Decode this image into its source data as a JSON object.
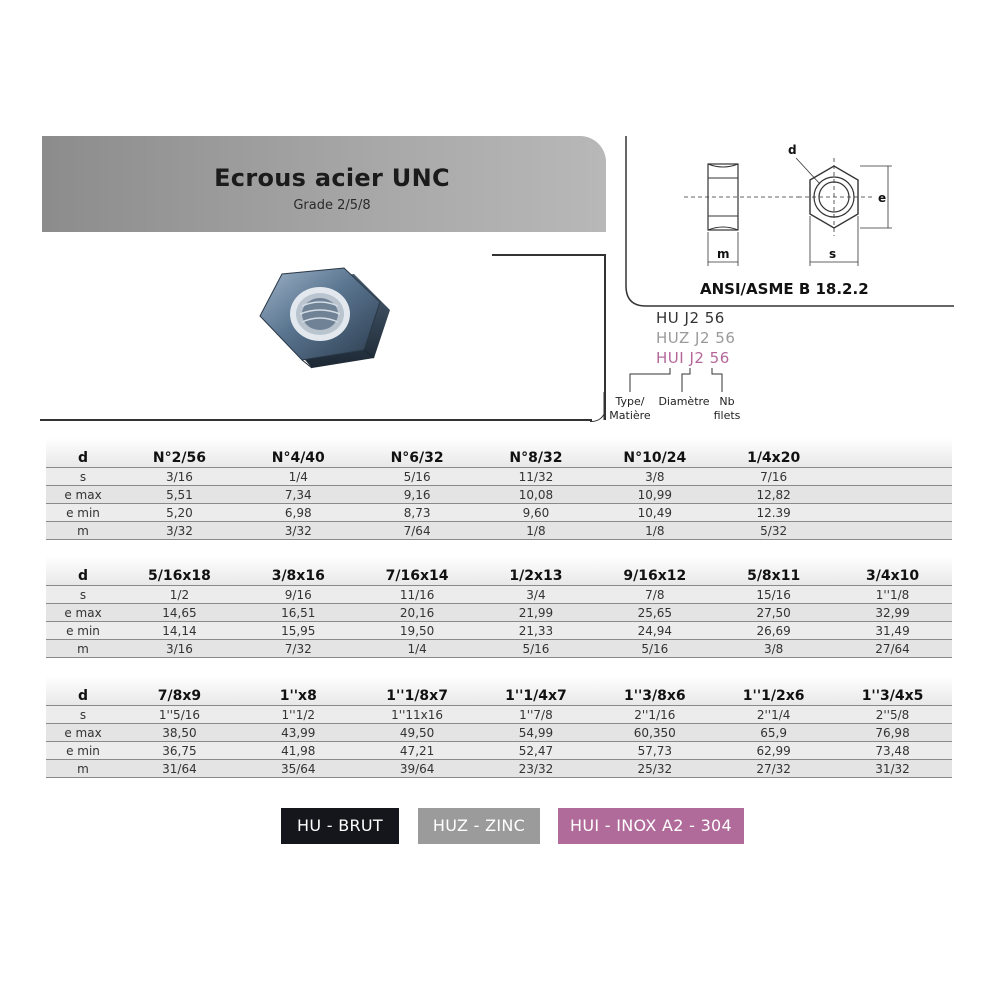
{
  "header": {
    "title": "Ecrous acier UNC",
    "subtitle": "Grade 2/5/8"
  },
  "drawing": {
    "label_d": "d",
    "label_e": "e",
    "label_m": "m",
    "label_s": "s",
    "standard": "ANSI/ASME B 18.2.2"
  },
  "codes": {
    "hu": "HU J2 56",
    "huz": "HUZ J2 56",
    "hui": "HUI J2 56",
    "legend_type": "Type/",
    "legend_matiere": "Matière",
    "legend_diametre": "Diamètre",
    "legend_nb": "Nb",
    "legend_filets": "filets"
  },
  "row_labels": [
    "d",
    "s",
    "e max",
    "e min",
    "m"
  ],
  "tables": [
    {
      "headers": [
        "N°2/56",
        "N°4/40",
        "N°6/32",
        "N°8/32",
        "N°10/24",
        "1/4x20",
        ""
      ],
      "rows": [
        [
          "3/16",
          "1/4",
          "5/16",
          "11/32",
          "3/8",
          "7/16",
          ""
        ],
        [
          "5,51",
          "7,34",
          "9,16",
          "10,08",
          "10,99",
          "12,82",
          ""
        ],
        [
          "5,20",
          "6,98",
          "8,73",
          "9,60",
          "10,49",
          "12.39",
          ""
        ],
        [
          "3/32",
          "3/32",
          "7/64",
          "1/8",
          "1/8",
          "5/32",
          ""
        ]
      ]
    },
    {
      "headers": [
        "5/16x18",
        "3/8x16",
        "7/16x14",
        "1/2x13",
        "9/16x12",
        "5/8x11",
        "3/4x10"
      ],
      "rows": [
        [
          "1/2",
          "9/16",
          "11/16",
          "3/4",
          "7/8",
          "15/16",
          "1''1/8"
        ],
        [
          "14,65",
          "16,51",
          "20,16",
          "21,99",
          "25,65",
          "27,50",
          "32,99"
        ],
        [
          "14,14",
          "15,95",
          "19,50",
          "21,33",
          "24,94",
          "26,69",
          "31,49"
        ],
        [
          "3/16",
          "7/32",
          "1/4",
          "5/16",
          "5/16",
          "3/8",
          "27/64"
        ]
      ]
    },
    {
      "headers": [
        "7/8x9",
        "1''x8",
        "1''1/8x7",
        "1''1/4x7",
        "1''3/8x6",
        "1''1/2x6",
        "1''3/4x5"
      ],
      "rows": [
        [
          "1''5/16",
          "1''1/2",
          "1''11x16",
          "1''7/8",
          "2''1/16",
          "2''1/4",
          "2''5/8"
        ],
        [
          "38,50",
          "43,99",
          "49,50",
          "54,99",
          "60,350",
          "65,9",
          "76,98"
        ],
        [
          "36,75",
          "41,98",
          "47,21",
          "52,47",
          "57,73",
          "62,99",
          "73,48"
        ],
        [
          "31/64",
          "35/64",
          "39/64",
          "23/32",
          "25/32",
          "27/32",
          "31/32"
        ]
      ]
    }
  ],
  "finishes": [
    {
      "label": "HU - BRUT",
      "color": "#15161b"
    },
    {
      "label": "HUZ - ZINC",
      "color": "#9b9b9b"
    },
    {
      "label": "HUI - INOX A2 - 304",
      "color": "#b06b9a"
    }
  ]
}
